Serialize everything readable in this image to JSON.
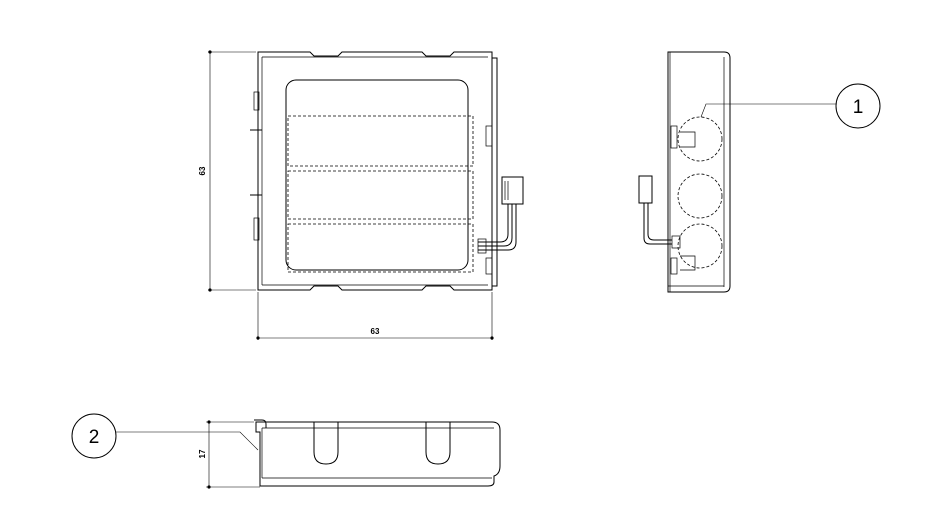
{
  "dimensions": {
    "front_height": "63",
    "front_width": "63",
    "bottom_height": "17"
  },
  "callouts": [
    {
      "number": "1"
    },
    {
      "number": "2"
    }
  ],
  "colors": {
    "line": "#000000",
    "background": "#ffffff"
  }
}
